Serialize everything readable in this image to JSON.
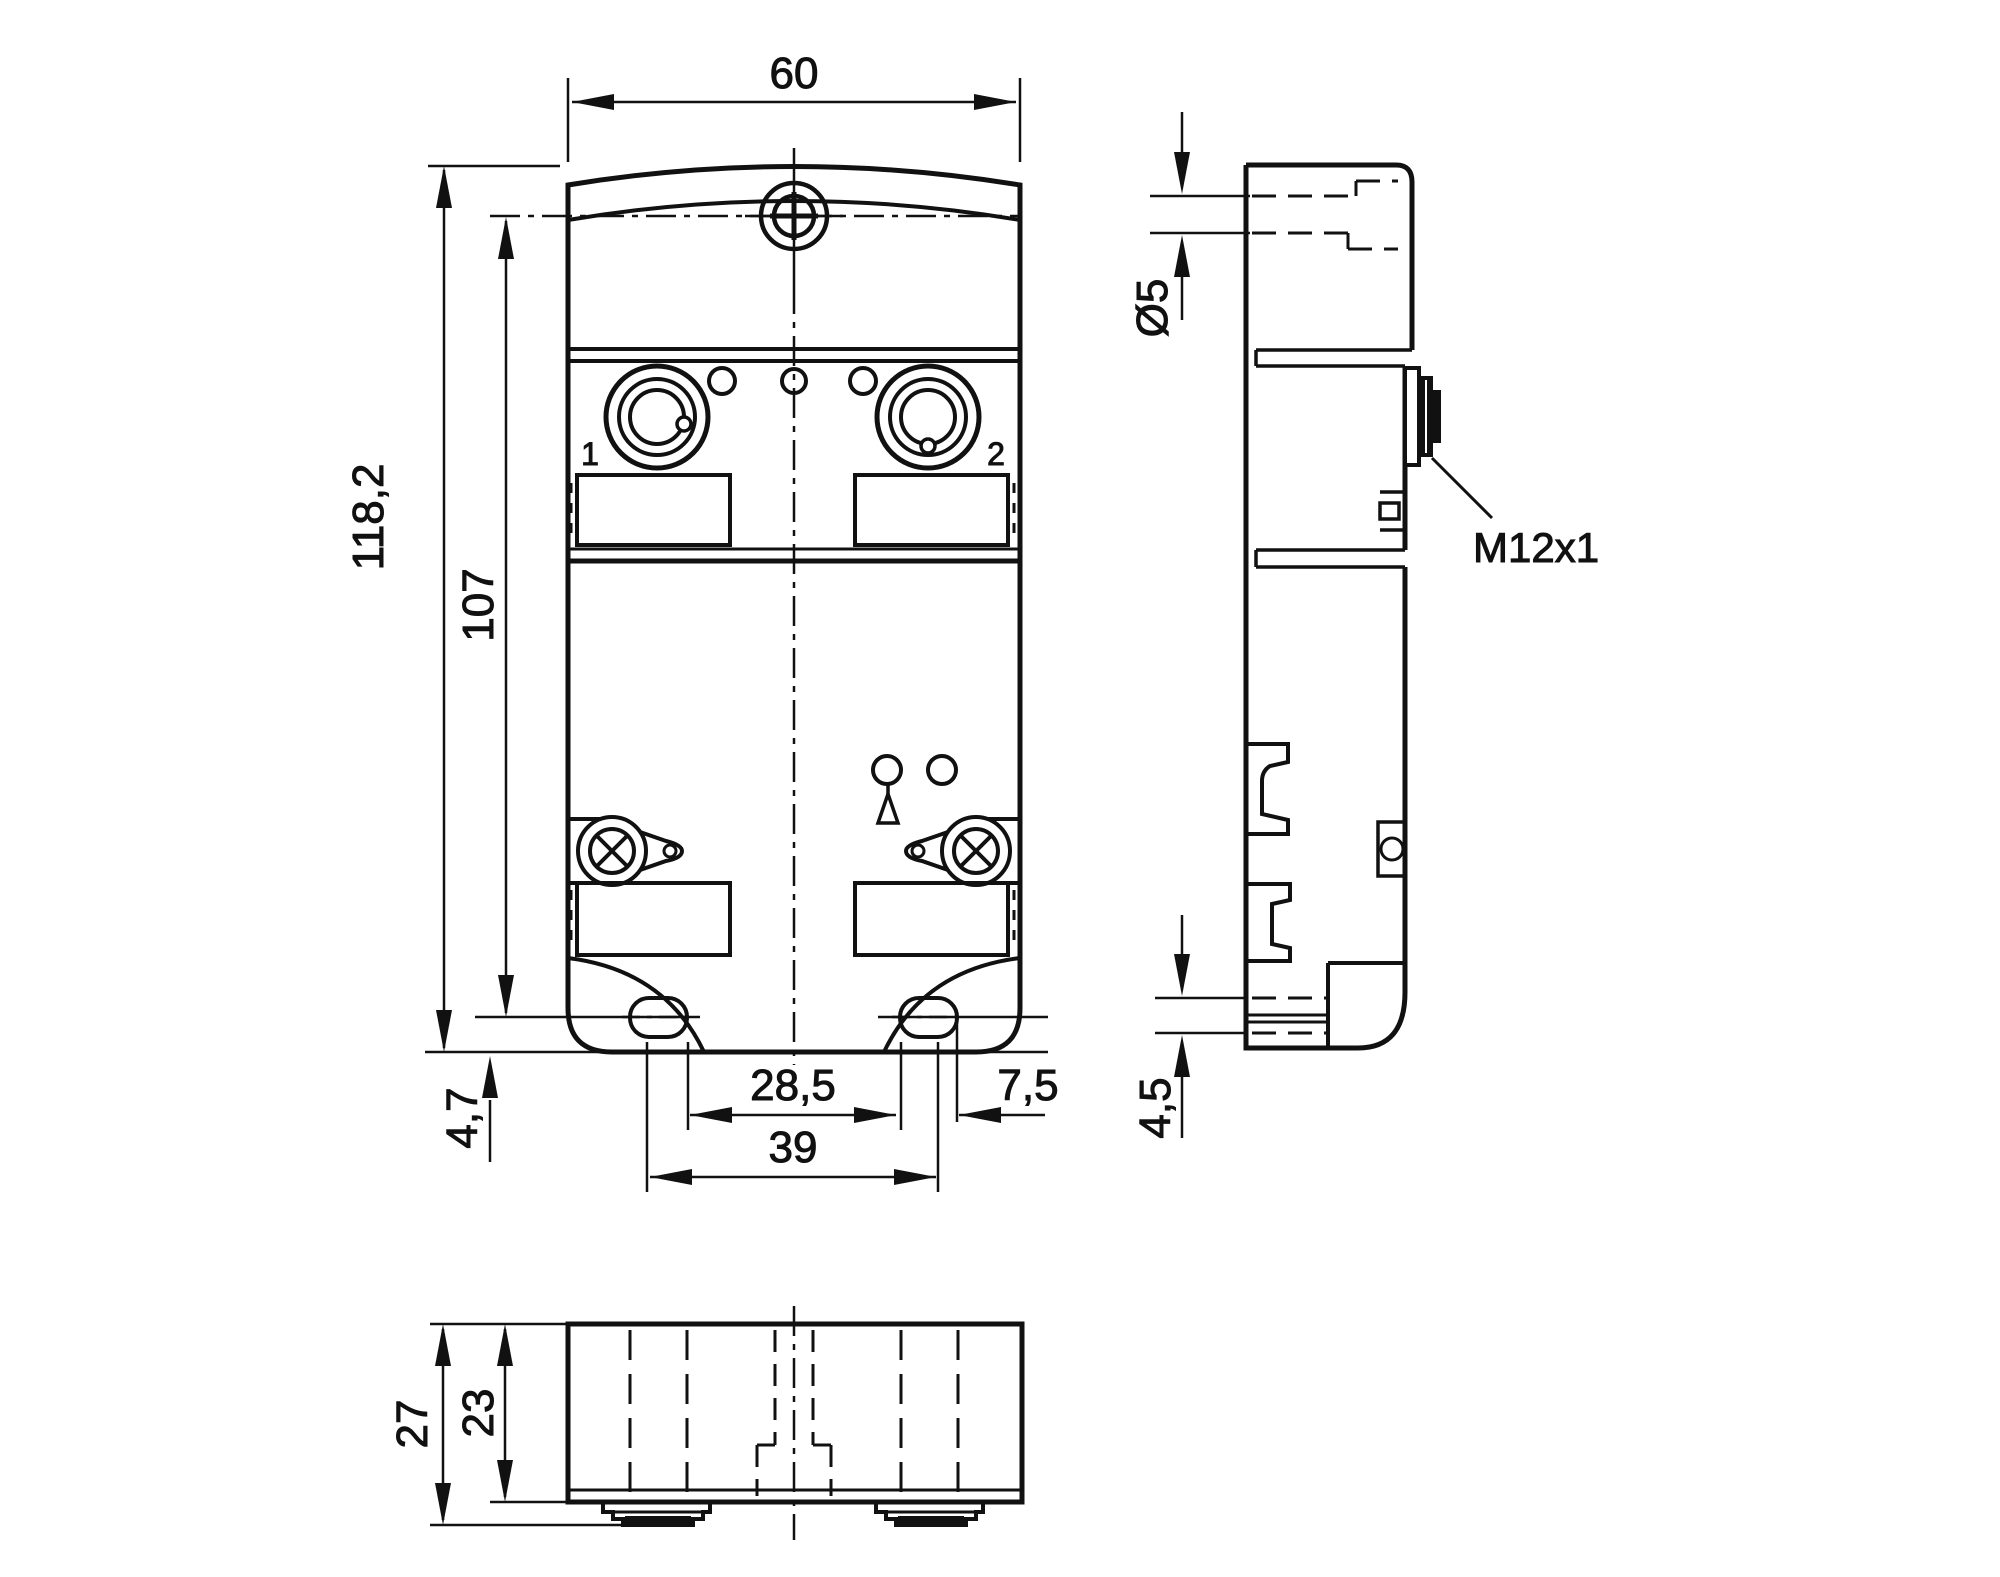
{
  "drawing": {
    "front_view": {
      "dim_width": "60",
      "dim_height_total": "118,2",
      "dim_height_inner": "107",
      "dim_foot_offset": "4,7",
      "dim_slot_gap": "28,5",
      "dim_slot_span": "39",
      "dim_slot_width": "7,5",
      "port1_label": "1",
      "port2_label": "2"
    },
    "side_view": {
      "dim_hole_diameter": "Ø5",
      "connector_thread_label": "M12x1",
      "dim_base_depth": "4,5"
    },
    "bottom_view": {
      "dim_depth_total": "27",
      "dim_depth_body": "23"
    }
  }
}
